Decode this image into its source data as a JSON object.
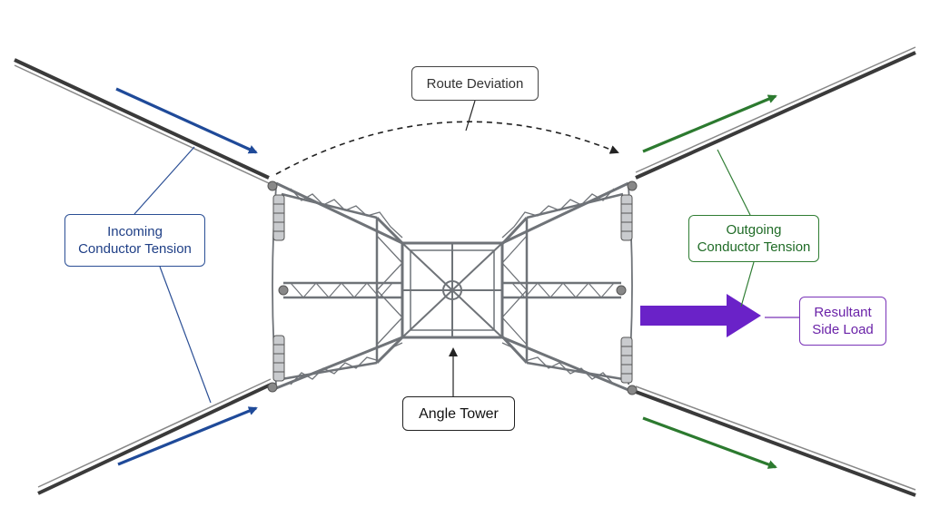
{
  "labels": {
    "route_deviation": "Route Deviation",
    "incoming": "Incoming\nConductor Tension",
    "outgoing": "Outgoing\nConductor Tension",
    "resultant": "Resultant\nSide Load",
    "angle_tower": "Angle Tower"
  },
  "colors": {
    "incoming": "#1f3f86",
    "outgoing": "#2f7d33",
    "resultant": "#6a22a8",
    "steel": "#6f7378",
    "conductor": "#3a3a3a"
  },
  "icons": {
    "incoming_arrows": "arrow-right-icon",
    "outgoing_arrows": "arrow-up-right-icon",
    "resultant_arrow": "block-arrow-right-icon",
    "route_arc": "dashed-arc-arrow-icon"
  }
}
